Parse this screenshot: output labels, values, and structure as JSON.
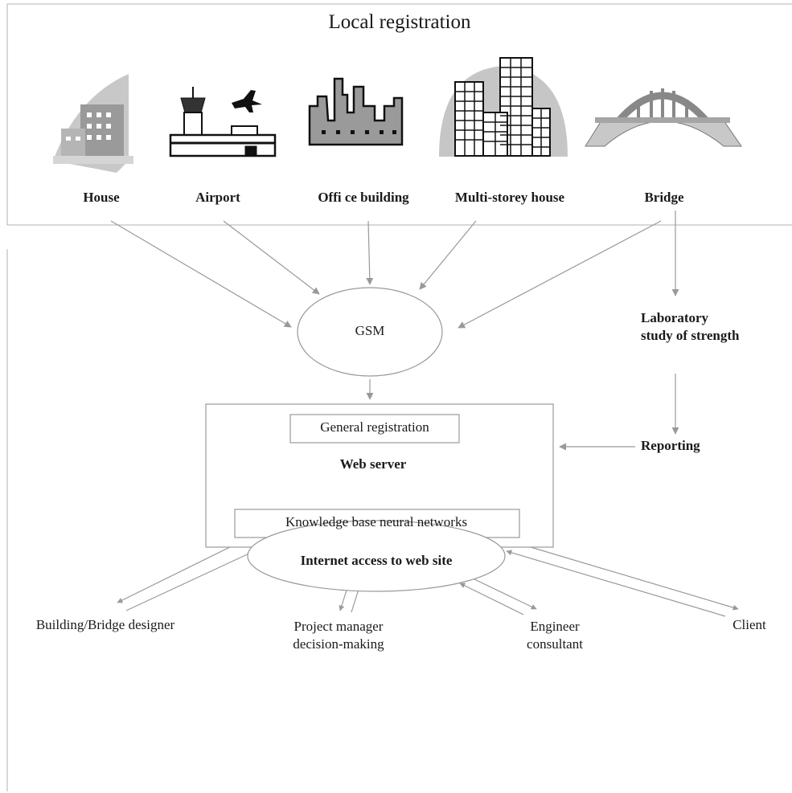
{
  "title": "Local registration",
  "buildings": [
    {
      "label": "House",
      "icon": "house-icon"
    },
    {
      "label": "Airport",
      "icon": "airport-icon"
    },
    {
      "label": "Offi ce building",
      "icon": "office-building-icon"
    },
    {
      "label": "Multi-storey house",
      "icon": "multi-storey-house-icon"
    },
    {
      "label": "Bridge",
      "icon": "bridge-icon"
    }
  ],
  "gsm": "GSM",
  "lab": {
    "line1": "Laboratory",
    "line2": "study of strength"
  },
  "reporting": "Reporting",
  "server": {
    "general_registration": "General registration",
    "web_server": "Web server",
    "knowledge_base": "Knowledge base neural networks"
  },
  "internet": "Internet access to web site",
  "users": {
    "designer": "Building/Bridge designer",
    "pm": {
      "line1": "Project manager",
      "line2": "decision-making"
    },
    "engineer": {
      "line1": "Engineer",
      "line2": "consultant"
    },
    "client": "Client"
  },
  "colors": {
    "arrow": "#999999",
    "frame": "#b0b0b0",
    "icon_fill": "#888888",
    "icon_light": "#cfcfcf"
  }
}
